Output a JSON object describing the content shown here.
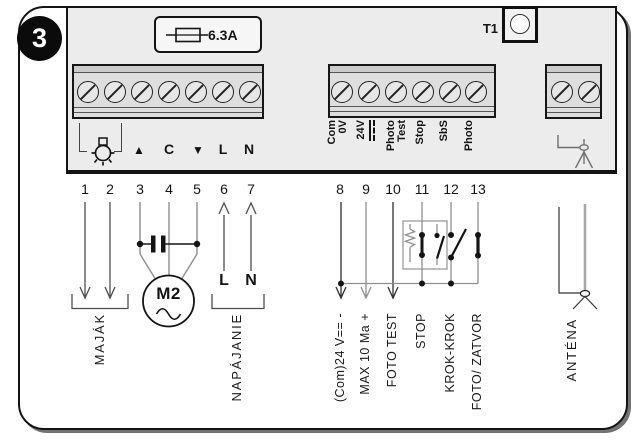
{
  "figure": {
    "badge": "3"
  },
  "board": {
    "fuse": {
      "rating": "6.3A"
    },
    "test_button": {
      "label": "T1"
    },
    "power_block": {
      "symbols": {
        "up": "▲",
        "common": "C",
        "down": "▼",
        "line": "L",
        "neutral": "N"
      }
    },
    "control_block": {
      "screws": [
        {
          "line1": "Com",
          "line2": "0V"
        },
        {
          "line1": "24V",
          "line2": ""
        },
        {
          "line1": "Photo",
          "line2": "Test"
        },
        {
          "line1": "Stop",
          "line2": ""
        },
        {
          "line1": "SbS",
          "line2": ""
        },
        {
          "line1": "Photo",
          "line2": ""
        }
      ]
    }
  },
  "terminals": {
    "left": [
      "1",
      "2",
      "3",
      "4",
      "5",
      "6",
      "7"
    ],
    "right": [
      "8",
      "9",
      "10",
      "11",
      "12",
      "13"
    ]
  },
  "wiring": {
    "motor": "M2",
    "line": "L",
    "neutral": "N",
    "labels": {
      "majak": "MAJÁK",
      "napajanie": "NAPÁJANIE",
      "com24v": "(Com)24 V== -",
      "max10ma": "MAX 10 Ma +",
      "foto_test": "FOTO TEST",
      "stop": "STOP",
      "krok_krok": "KROK-KROK",
      "foto_zatvor": "FOTO/ ZATVOR",
      "antena": "ANTÉNA"
    }
  },
  "colors": {
    "board_fill": "#ececec",
    "block_fill": "#dedede",
    "ink": "#141414",
    "wire_gray": "#8f8f8f"
  }
}
